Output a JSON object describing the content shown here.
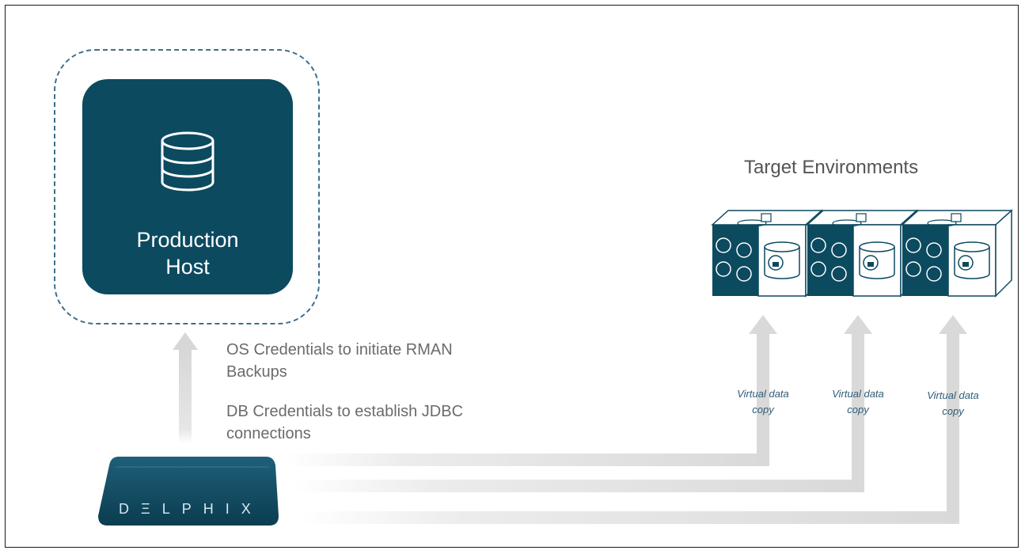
{
  "production_host": {
    "line1": "Production",
    "line2": "Host"
  },
  "target": {
    "title": "Target Environments"
  },
  "credentials": {
    "os_line1": "OS Credentials to initiate RMAN",
    "os_line2": "Backups",
    "db_line1": "DB Credentials to establish JDBC",
    "db_line2": "connections"
  },
  "virtual_copies": [
    {
      "line1": "Virtual data",
      "line2": "copy"
    },
    {
      "line1": "Virtual data",
      "line2": "copy"
    },
    {
      "line1": "Virtual data",
      "line2": "copy"
    }
  ],
  "appliance": {
    "label": "DΞLPHIX"
  },
  "colors": {
    "host_fill": "#0c4a60",
    "dashed_border": "#3d6f8c",
    "arrow": "#d9d9d9",
    "virtual_label": "#2d5d77"
  },
  "icons": {
    "database": "database-icon",
    "target_cube": "target-cube-icon"
  }
}
